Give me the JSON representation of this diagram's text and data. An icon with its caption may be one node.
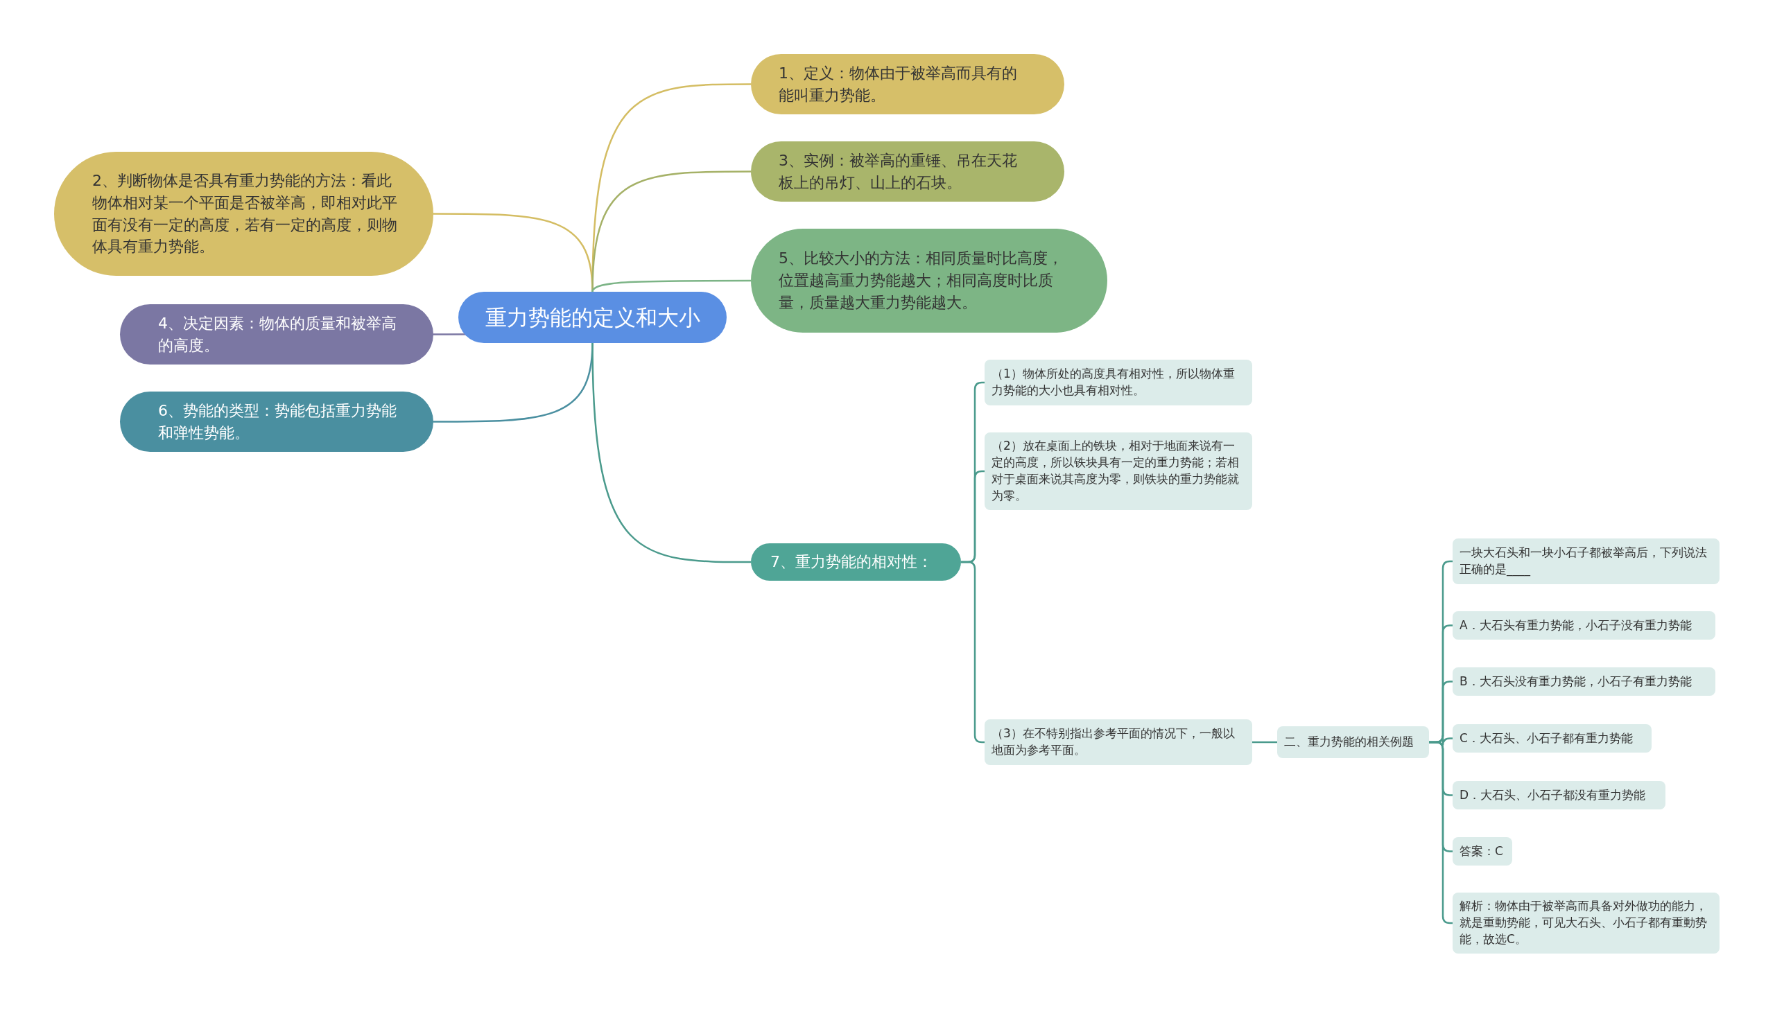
{
  "diagram": {
    "nodes": [
      {
        "text": [
          "重力势能的定义和大小"
        ]
      },
      {
        "text": [
          "1、定义：物体由于被举高而具有的能叫重力势能。"
        ]
      },
      {
        "text": [
          "2、判断物体是否具有重力势能的方法：看此物体相对某一个平面是否被举高，即相对此平面有没有一定的高度，若有一定的高度，则物体具有重力势能。"
        ]
      },
      {
        "text": [
          "3、实例：被举高的重锤、吊在天花板上的吊灯、山上的石块。"
        ]
      },
      {
        "text": [
          "4、决定因素：物体的质量和被举高的高度。"
        ]
      },
      {
        "text": [
          "5、比较大小的方法：相同质量时比高度，位置越高重力势能越大；相同高度时比质量，质量越大重力势能越大。"
        ]
      },
      {
        "text": [
          "6、势能的类型：势能包括重力势能和弹性势能。"
        ]
      },
      {
        "text": [
          "7、重力势能的相对性："
        ]
      },
      {
        "text": [
          "（1）物体所处的高度具有相对性，所以物体重力势能的大小也具有相对性。"
        ]
      },
      {
        "text": [
          "（2）放在桌面上的铁块，相对于地面来说有一定的高度，所以铁块具有一定的重力势能；若相对于桌面来说其高度为零，则铁块的重力势能就为零。"
        ]
      },
      {
        "text": [
          "（3）在不特别指出参考平面的情况下，一般以地面为参考平面。"
        ]
      },
      {
        "text": [
          "二、重力势能的相关例题"
        ]
      },
      {
        "text": [
          "一块大石头和一块小石子都被举高后，下列说法正确的是____"
        ]
      },
      {
        "text": [
          "A．大石头有重力势能，小石子没有重力势能"
        ]
      },
      {
        "text": [
          "B．大石头没有重力势能，小石子有重力势能"
        ]
      },
      {
        "text": [
          "C．大石头、小石子都有重力势能"
        ]
      },
      {
        "text": [
          "D．大石头、小石子都没有重力势能"
        ]
      },
      {
        "text": [
          "答案：C"
        ]
      },
      {
        "text": [
          "解析：物体由于被举高而具备对外做功的能力，就是重動势能，可见大石头、小石子都有重動势能，故选C。"
        ]
      }
    ],
    "edges": [
      {
        "from": 0,
        "to": 1,
        "arrow": "none",
        "color": "#d4bd63"
      },
      {
        "from": 0,
        "to": 2,
        "arrow": "none",
        "color": "#d4bd63"
      },
      {
        "from": 0,
        "to": 3,
        "arrow": "none",
        "color": "#a5b167"
      },
      {
        "from": 0,
        "to": 4,
        "arrow": "none",
        "color": "#7b77a3"
      },
      {
        "from": 0,
        "to": 5,
        "arrow": "none",
        "color": "#7cb486"
      },
      {
        "from": 0,
        "to": 6,
        "arrow": "none",
        "color": "#4a8fa0"
      },
      {
        "from": 0,
        "to": 7,
        "arrow": "none"
      },
      {
        "from": 7,
        "to": 8,
        "arrow": "none"
      },
      {
        "from": 7,
        "to": 9,
        "arrow": "none"
      },
      {
        "from": 7,
        "to": 10,
        "arrow": "none"
      },
      {
        "from": 10,
        "to": 11,
        "arrow": "none"
      },
      {
        "from": 11,
        "to": 12,
        "arrow": "none"
      },
      {
        "from": 11,
        "to": 13,
        "arrow": "none"
      },
      {
        "from": 11,
        "to": 14,
        "arrow": "none"
      },
      {
        "from": 11,
        "to": 15,
        "arrow": "none"
      },
      {
        "from": 11,
        "to": 16,
        "arrow": "none"
      },
      {
        "from": 11,
        "to": 17,
        "arrow": "none"
      },
      {
        "from": 11,
        "to": 18,
        "arrow": "none"
      }
    ]
  }
}
